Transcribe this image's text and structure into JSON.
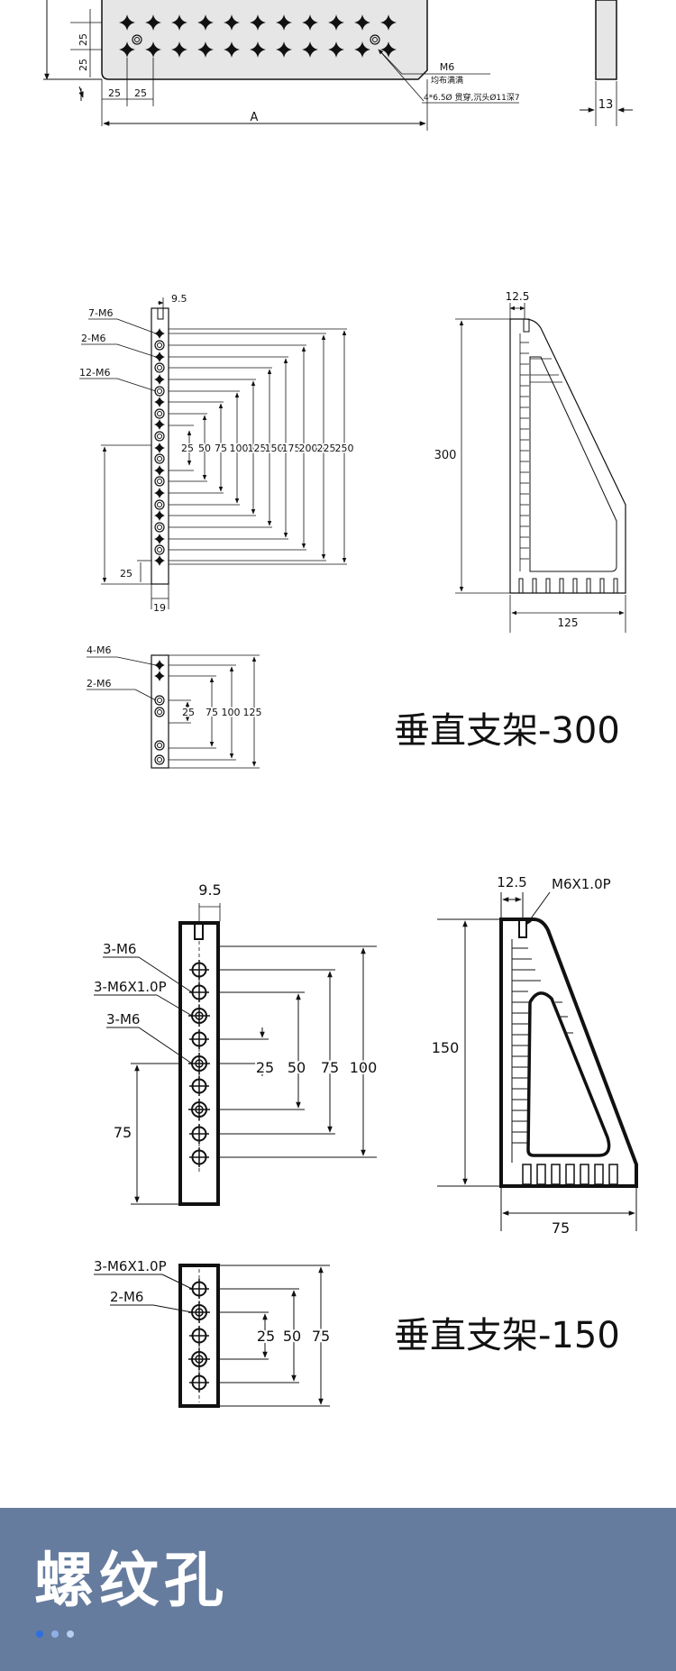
{
  "section_top": {
    "dims": [
      "25",
      "25",
      "25",
      "25",
      "A",
      "13"
    ],
    "notes": {
      "thread": "M6",
      "thread_sub": "均布满满",
      "counterbore": "4*6.5Ø 贯穿,沉头Ø11深7"
    }
  },
  "bracket_300": {
    "title": "垂直支架-300",
    "labels": [
      "7-M6",
      "2-M6",
      "12-M6"
    ],
    "top_dim": "9.5",
    "dims": [
      "25",
      "50",
      "75",
      "100",
      "125",
      "150",
      "175",
      "200",
      "225",
      "250"
    ],
    "bottom_offset": "25",
    "width_dim": "19",
    "side_top": "12.5",
    "side_height": "300",
    "side_width": "125",
    "small": {
      "labels": [
        "4-M6",
        "2-M6"
      ],
      "dims": [
        "25",
        "75",
        "100",
        "125"
      ]
    }
  },
  "bracket_150": {
    "title": "垂直支架-150",
    "labels": [
      "3-M6",
      "3-M6X1.0P",
      "3-M6"
    ],
    "top_dim": "9.5",
    "dims": [
      "25",
      "50",
      "75",
      "100"
    ],
    "bottom_offset": "75",
    "side_top": "12.5",
    "side_thread": "M6X1.0P",
    "side_height": "150",
    "side_width": "75",
    "small": {
      "labels": [
        "3-M6X1.0P",
        "2-M6"
      ],
      "dims": [
        "25",
        "50",
        "75"
      ]
    }
  },
  "banner": {
    "title": "螺纹孔",
    "bg_color": "#667c9e",
    "dot_colors": [
      "#2d6fe0",
      "#8fb0e6",
      "#b9cdee"
    ]
  }
}
